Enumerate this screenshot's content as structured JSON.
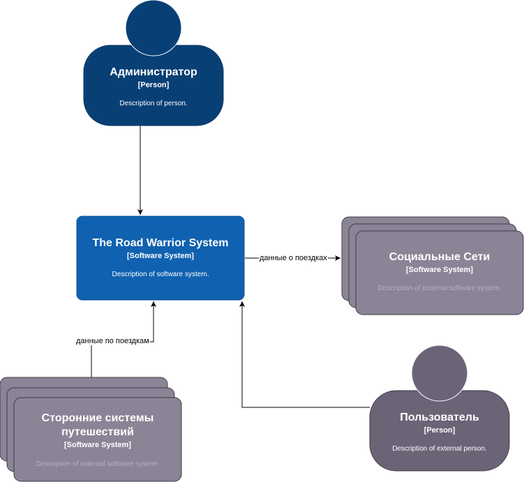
{
  "colors": {
    "admin_fill": "#083f75",
    "system_fill": "#1061b0",
    "external_system_fill": "#8b8496",
    "external_person_fill": "#6b6477",
    "stroke_dark": "#3e3a46",
    "edge": "#000000"
  },
  "nodes": {
    "admin": {
      "title": "Администратор",
      "stereotype": "[Person]",
      "description": "Description of person."
    },
    "system": {
      "title": "The Road Warrior System",
      "stereotype": "[Software System]",
      "description": "Description of software system."
    },
    "social": {
      "title": "Социальные Сети",
      "stereotype": "[Software System]",
      "description": "Description of external software system."
    },
    "travel": {
      "title": "Сторонние системы путешествий",
      "stereotype": "[Software System]",
      "description": "Description of external software system."
    },
    "user": {
      "title": "Пользователь",
      "stereotype": "[Person]",
      "description": "Description of external person."
    }
  },
  "edges": {
    "system_to_social": {
      "label": "данные о поездках"
    },
    "travel_to_system": {
      "label": "данные по поездкам"
    }
  }
}
